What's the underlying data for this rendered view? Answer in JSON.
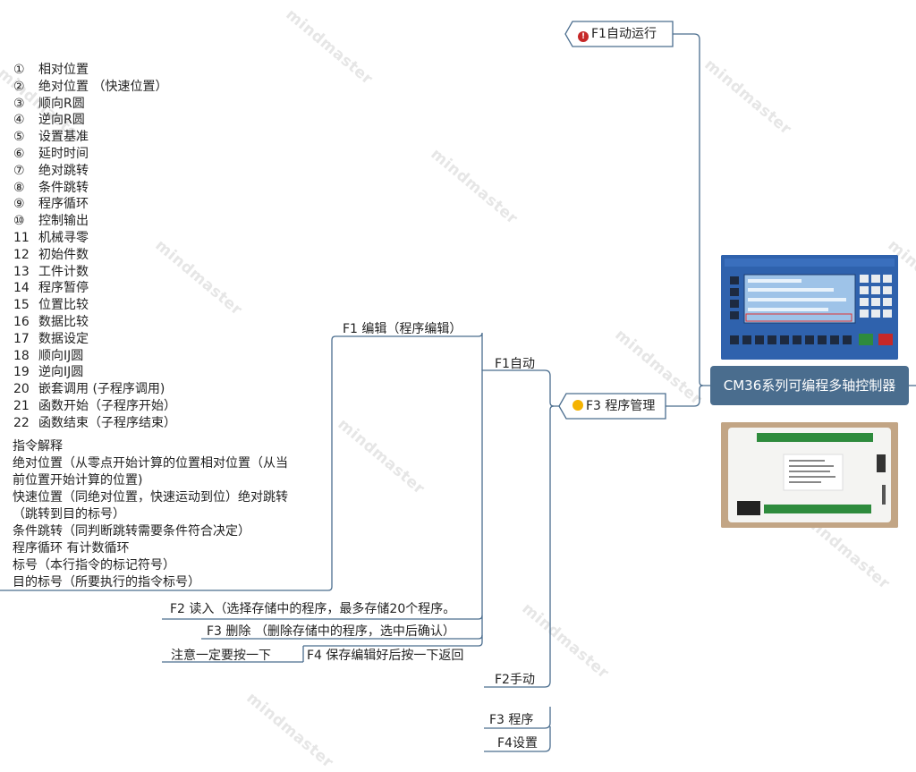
{
  "root": {
    "label": "CM36系列可编程多轴控制器"
  },
  "top_branches": [
    {
      "label": "F1自动运行",
      "icon": "alert-icon"
    },
    {
      "label": "F3 程序管理",
      "icon": "smiley-icon"
    }
  ],
  "program_branches": {
    "auto": "F1自动",
    "manual": "F2手动",
    "program": "F3 程序",
    "settings": "F4设置"
  },
  "edit_branches": {
    "edit": "F1 编辑（程序编辑）",
    "read": "F2 读入（选择存储中的程序，最多存储20个程序。",
    "delete": "F3 删除 （删除存储中的程序，选中后确认）",
    "save": "F4 保存编辑好后按一下返回",
    "save_note": "注意一定要按一下"
  },
  "commands": [
    {
      "num": "①",
      "text": "相对位置"
    },
    {
      "num": "②",
      "text": "绝对位置 （快速位置）"
    },
    {
      "num": "③",
      "text": "顺向R圆"
    },
    {
      "num": "④",
      "text": "逆向R圆"
    },
    {
      "num": "⑤",
      "text": "设置基准"
    },
    {
      "num": "⑥",
      "text": "延时时间"
    },
    {
      "num": "⑦",
      "text": "绝对跳转"
    },
    {
      "num": "⑧",
      "text": "条件跳转"
    },
    {
      "num": "⑨",
      "text": "程序循环"
    },
    {
      "num": "⑩",
      "text": "控制输出"
    },
    {
      "num": "11",
      "text": "机械寻零"
    },
    {
      "num": "12",
      "text": "初始件数"
    },
    {
      "num": "13",
      "text": "工件计数"
    },
    {
      "num": "14",
      "text": "程序暂停"
    },
    {
      "num": "15",
      "text": "位置比较"
    },
    {
      "num": "16",
      "text": "数据比较"
    },
    {
      "num": "17",
      "text": "数据设定"
    },
    {
      "num": "18",
      "text": "顺向IJ圆"
    },
    {
      "num": "19",
      "text": "逆向IJ圆"
    },
    {
      "num": "20",
      "text": "嵌套调用 (子程序调用)"
    },
    {
      "num": "21",
      "text": "函数开始（子程序开始）"
    },
    {
      "num": "22",
      "text": "函数结束（子程序结束）"
    }
  ],
  "explanations": [
    "指令解释",
    "绝对位置（从零点开始计算的位置相对位置（从当",
    "前位置开始计算的位置)",
    "快速位置（同绝对位置，快速运动到位）绝对跳转",
    "（跳转到目的标号）",
    "条件跳转（同判断跳转需要条件符合决定）",
    "程序循环 有计数循环",
    "标号（本行指令的标记符号）",
    "目的标号（所要执行的指令标号）"
  ],
  "watermark": "mindmaster",
  "colors": {
    "root_bg": "#4a6d8e",
    "line": "#4a6d8e",
    "alert": "#c62828",
    "smile": "#f5b301"
  }
}
